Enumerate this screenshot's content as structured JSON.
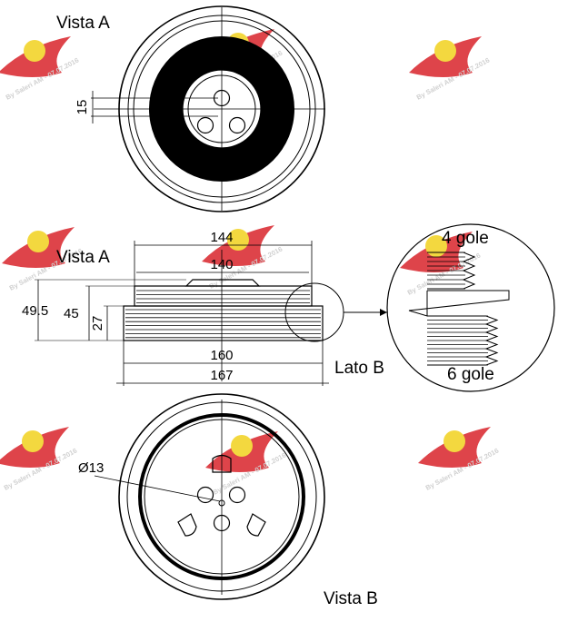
{
  "views": {
    "vista_a_top": "Vista A",
    "vista_a_side": "Vista A",
    "lato_b": "Lato B",
    "vista_b": "Vista B"
  },
  "dimensions": {
    "hub_offset": "15",
    "outer_width": "144",
    "inner_width": "140",
    "total_height": "49.5",
    "body_height": "45",
    "groove_height": "27",
    "base_160": "160",
    "base_167": "167",
    "bore_diameter": "Ø13"
  },
  "detail": {
    "grooves_top": "4 gole",
    "grooves_bottom": "6 gole"
  },
  "watermark": {
    "text": "By Saleri AM - 07.07.2016",
    "logo_colors": [
      "#d9242b",
      "#f2d21e"
    ]
  }
}
